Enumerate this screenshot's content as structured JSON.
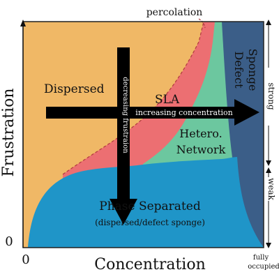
{
  "axes": {
    "y_label": "Frustration",
    "x_label": "Concentration",
    "y_origin": "0",
    "x_origin": "0",
    "x_end_label_line1": "fully",
    "x_end_label_line2": "occupied"
  },
  "regions": {
    "dispersed": "Dispersed",
    "sla": "SLA",
    "hetero_line1": "Hetero.",
    "hetero_line2": "Network",
    "defect_line1": "Defect",
    "defect_line2": "Sponge",
    "phase_line1": "Phase Separated",
    "phase_line2": "(dispersed/defect sponge)"
  },
  "annotations": {
    "percolation": "percolation",
    "increasing_concentration": "increasing concentration",
    "decreasing_frustration": "decreasing frustraion",
    "strong": "strong",
    "weak": "weak"
  },
  "colors": {
    "dispersed": "#f0b866",
    "sla": "#ec6f72",
    "hetero_network": "#6cc79f",
    "defect_sponge": "#3b5e88",
    "phase_separated": "#1f95c8",
    "arrow": "#000000"
  }
}
